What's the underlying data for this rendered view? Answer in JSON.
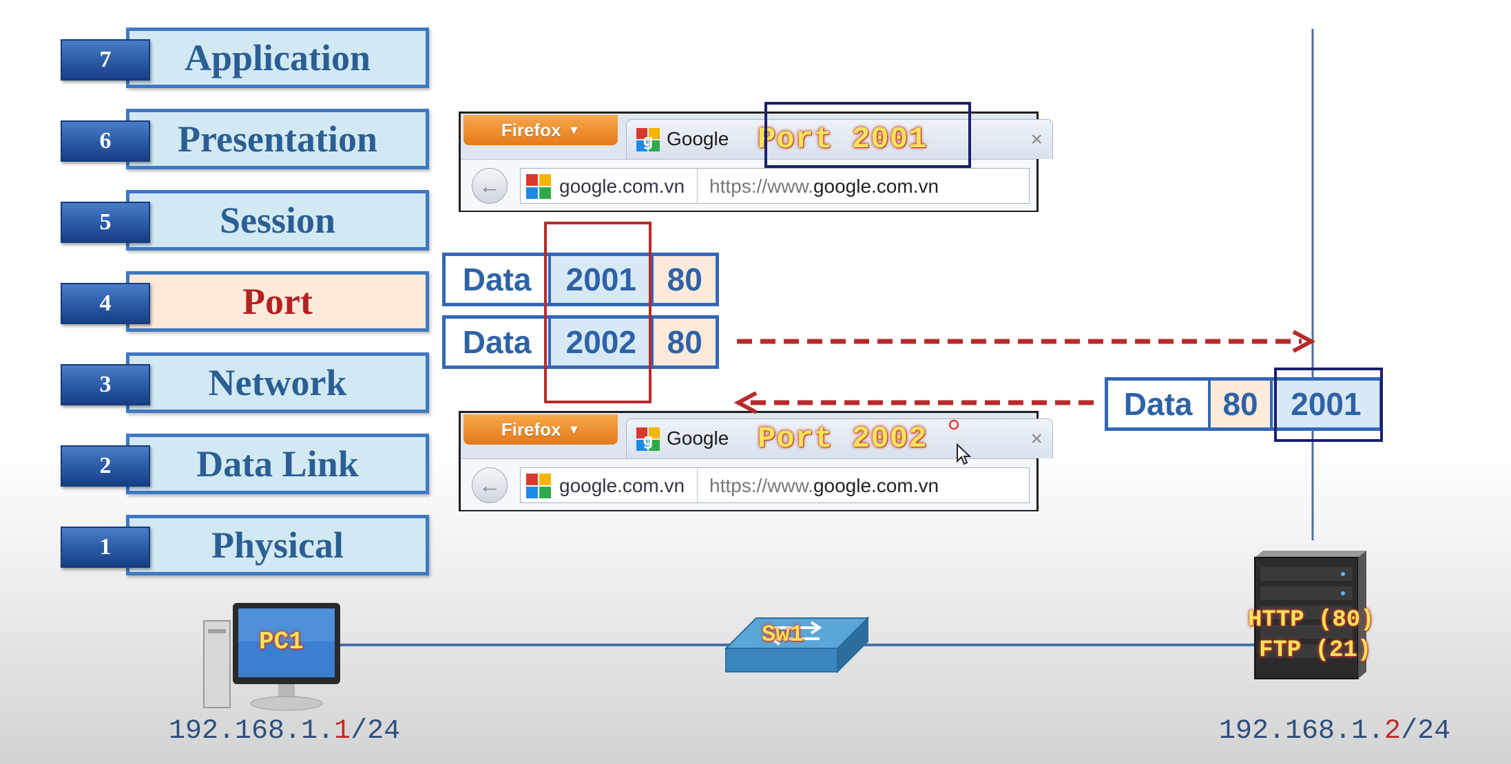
{
  "osi_layers": [
    {
      "number": "7",
      "name": "Application"
    },
    {
      "number": "6",
      "name": "Presentation"
    },
    {
      "number": "5",
      "name": "Session"
    },
    {
      "number": "4",
      "name": "Port"
    },
    {
      "number": "3",
      "name": "Network"
    },
    {
      "number": "2",
      "name": "Data Link"
    },
    {
      "number": "1",
      "name": "Physical"
    }
  ],
  "browser_top": {
    "menu_label": "Firefox",
    "tab_title": "Google",
    "port_label": "Port 2001",
    "site_identity": "google.com.vn",
    "url_prefix": "https://www.",
    "url_domain": "google.com.vn"
  },
  "browser_bottom": {
    "menu_label": "Firefox",
    "tab_title": "Google",
    "port_label": "Port 2002",
    "site_identity": "google.com.vn",
    "url_prefix": "https://www.",
    "url_domain": "google.com.vn"
  },
  "packets": {
    "outgoing_1": {
      "data": "Data",
      "src_port": "2001",
      "dst_port": "80"
    },
    "outgoing_2": {
      "data": "Data",
      "src_port": "2002",
      "dst_port": "80"
    },
    "reply": {
      "data": "Data",
      "src_port": "80",
      "dst_port": "2001"
    }
  },
  "devices": {
    "pc_label": "PC1",
    "switch_label": "Sw1",
    "server_services": [
      "HTTP (80)",
      "FTP (21)"
    ],
    "pc_ip_prefix": "192.168.1.",
    "pc_ip_host": "1",
    "pc_ip_suffix": "/24",
    "server_ip_prefix": "192.168.1.",
    "server_ip_host": "2",
    "server_ip_suffix": "/24"
  },
  "colors": {
    "arrow": "#b82a2a",
    "layer_border": "#3f78c2",
    "active_layer_text": "#b52020"
  }
}
